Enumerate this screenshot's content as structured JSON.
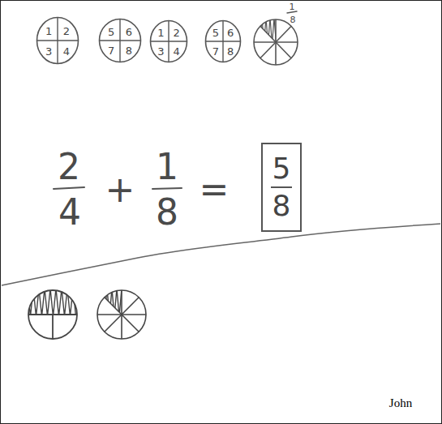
{
  "diagram": {
    "nodes": [
      {
        "text": [
          "1",
          "2",
          "3",
          "4"
        ]
      },
      {
        "text": [
          "5",
          "6",
          "7",
          "8"
        ]
      },
      {
        "text": [
          "1",
          "2",
          "3",
          "4"
        ]
      },
      {
        "text": [
          "5",
          "6",
          "7",
          "8"
        ]
      },
      {
        "text": [
          "5",
          "8"
        ]
      }
    ],
    "labels": [
      "1",
      "8",
      "2",
      "4",
      "+",
      "1",
      "8",
      "=",
      "John"
    ]
  }
}
